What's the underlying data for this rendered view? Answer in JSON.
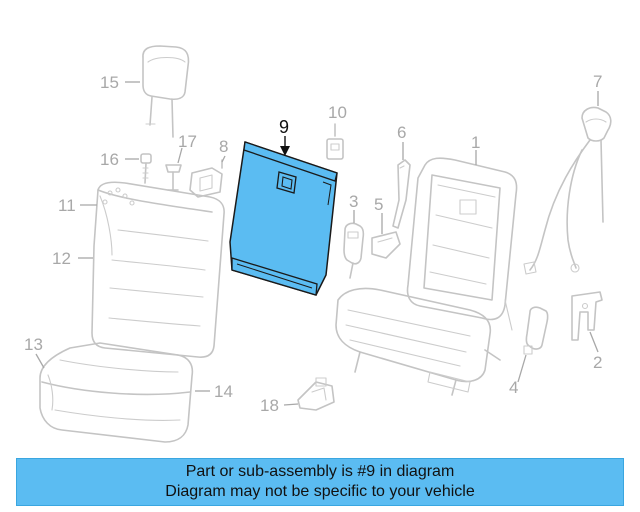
{
  "callouts": {
    "c1": "1",
    "c2": "2",
    "c3": "3",
    "c4": "4",
    "c5": "5",
    "c6": "6",
    "c7": "7",
    "c8": "8",
    "c9": "9",
    "c10": "10",
    "c11": "11",
    "c12": "12",
    "c13": "13",
    "c14": "14",
    "c15": "15",
    "c16": "16",
    "c17": "17",
    "c18": "18"
  },
  "highlighted_part": "9",
  "colors": {
    "highlight_fill": "#5bbcf2",
    "banner_fill": "#5bbcf2",
    "ghost_line": "#c4c4c4",
    "callout_text": "#a8a8a8"
  },
  "banner": {
    "line1": "Part or sub-assembly is #9 in diagram",
    "line2": "Diagram may not be specific to your vehicle"
  }
}
